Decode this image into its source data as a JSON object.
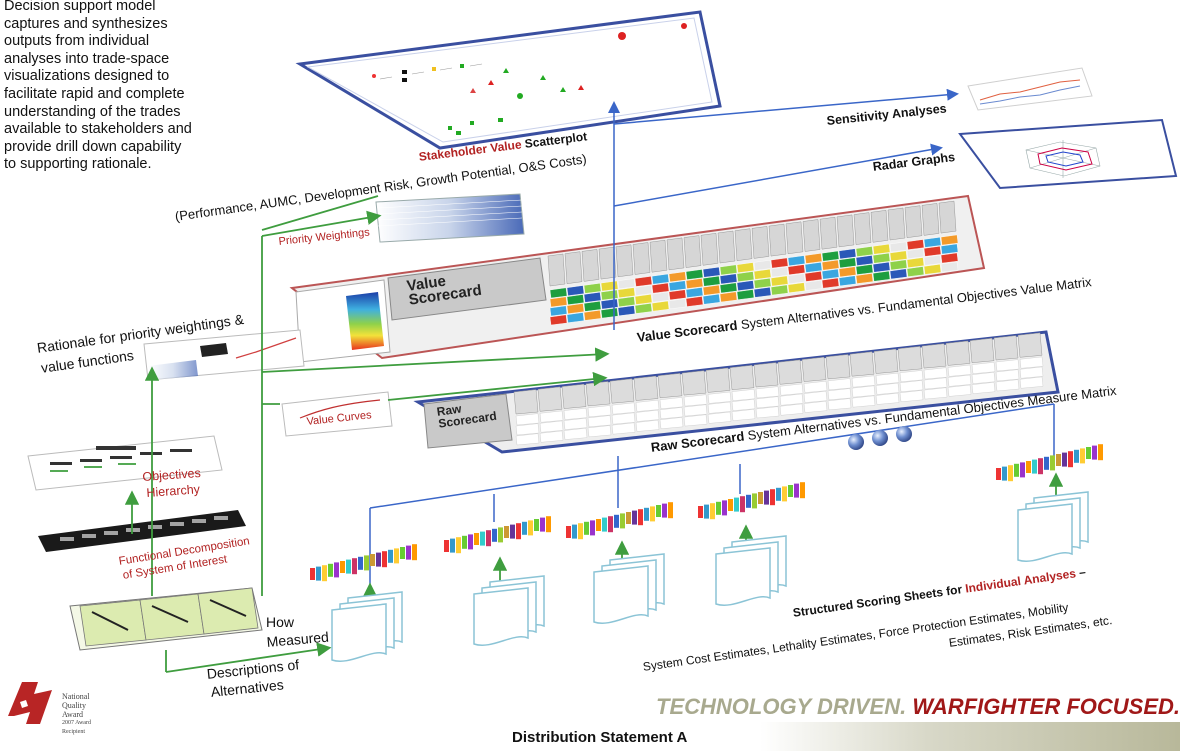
{
  "intro_text": [
    "Decision support model",
    "captures and synthesizes",
    "outputs from individual",
    "analyses into trade-space",
    "visualizations designed to",
    "facilitate rapid and complete",
    "understanding of the trades",
    "available to stakeholders and",
    "provide drill down capability",
    "to supporting rationale."
  ],
  "labels": {
    "stakeholder_value_red": "Stakeholder Value",
    "stakeholder_value_rest": " Scatterplot",
    "stakeholder_costs": "(Performance, AUMC, Development Risk, Growth Potential, O&S Costs)",
    "sensitivity": "Sensitivity Analyses",
    "radar": "Radar Graphs",
    "priority_weightings": "Priority Weightings",
    "value_scorecard_title": "Value Scorecard",
    "value_scorecard_caption_bold": "Value Scorecard",
    "value_scorecard_caption_rest": "  System Alternatives vs. Fundamental Objectives Value Matrix",
    "rationale_line1": "Rationale for priority weightings &",
    "rationale_line2": "value functions",
    "value_curves": "Value Curves",
    "raw_scorecard_title": "Raw Scorecard",
    "raw_scorecard_caption_bold": "Raw Scorecard",
    "raw_scorecard_caption_rest": "  System Alternatives vs. Fundamental Objectives Measure Matrix",
    "objectives_hierarchy_1": "Objectives",
    "objectives_hierarchy_2": "Hierarchy",
    "functional_decomp_1": "Functional Decomposition",
    "functional_decomp_2": "of System of Interest",
    "how_measured_1": "How",
    "how_measured_2": "Measured",
    "descriptions_1": "Descriptions of",
    "descriptions_2": "Alternatives",
    "scoring_title_black1": "Structured Scoring Sheets for ",
    "scoring_title_red": "Individual Analyses",
    "scoring_title_black2": " –",
    "scoring_line2": "System Cost Estimates, Lethality Estimates, Force Protection Estimates, Mobility",
    "scoring_line3": "Estimates, Risk Estimates, etc."
  },
  "footer": {
    "distribution": "Distribution Statement A",
    "slogan_part1": "TECHNOLOGY DRIVEN.",
    "slogan_part2": " WARFIGHTER FOCUSED."
  },
  "award": {
    "line1": "National",
    "line2": "Quality",
    "line3": "Award",
    "line4": "2007 Award",
    "line5": "Recipient"
  },
  "colors": {
    "panel_border": "#3a4fa0",
    "connector_blue": "#3a66c8",
    "connector_green": "#3f9d3f",
    "red_label": "#b22222",
    "slogan_gray": "#a8a98e",
    "slogan_red": "#a01818"
  },
  "icons": [
    "national-quality-award-logo",
    "sheet-stack-icon",
    "bar-strip-icon",
    "sphere-icon",
    "scatter-marker-icon"
  ]
}
